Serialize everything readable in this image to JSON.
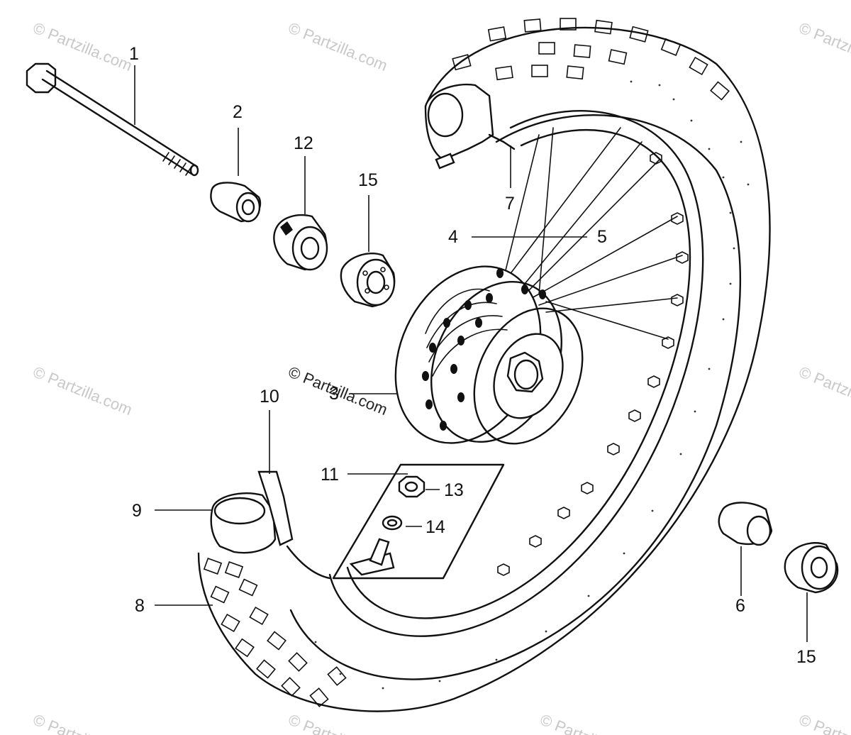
{
  "watermark": "© Partzilla.com",
  "callouts": [
    {
      "id": "1",
      "label": "1"
    },
    {
      "id": "2",
      "label": "2"
    },
    {
      "id": "12",
      "label": "12"
    },
    {
      "id": "15a",
      "label": "15"
    },
    {
      "id": "7",
      "label": "7"
    },
    {
      "id": "4",
      "label": "4"
    },
    {
      "id": "5",
      "label": "5"
    },
    {
      "id": "3",
      "label": "3"
    },
    {
      "id": "10",
      "label": "10"
    },
    {
      "id": "11",
      "label": "11"
    },
    {
      "id": "13",
      "label": "13"
    },
    {
      "id": "14",
      "label": "14"
    },
    {
      "id": "9",
      "label": "9"
    },
    {
      "id": "8",
      "label": "8"
    },
    {
      "id": "6",
      "label": "6"
    },
    {
      "id": "15b",
      "label": "15"
    }
  ]
}
